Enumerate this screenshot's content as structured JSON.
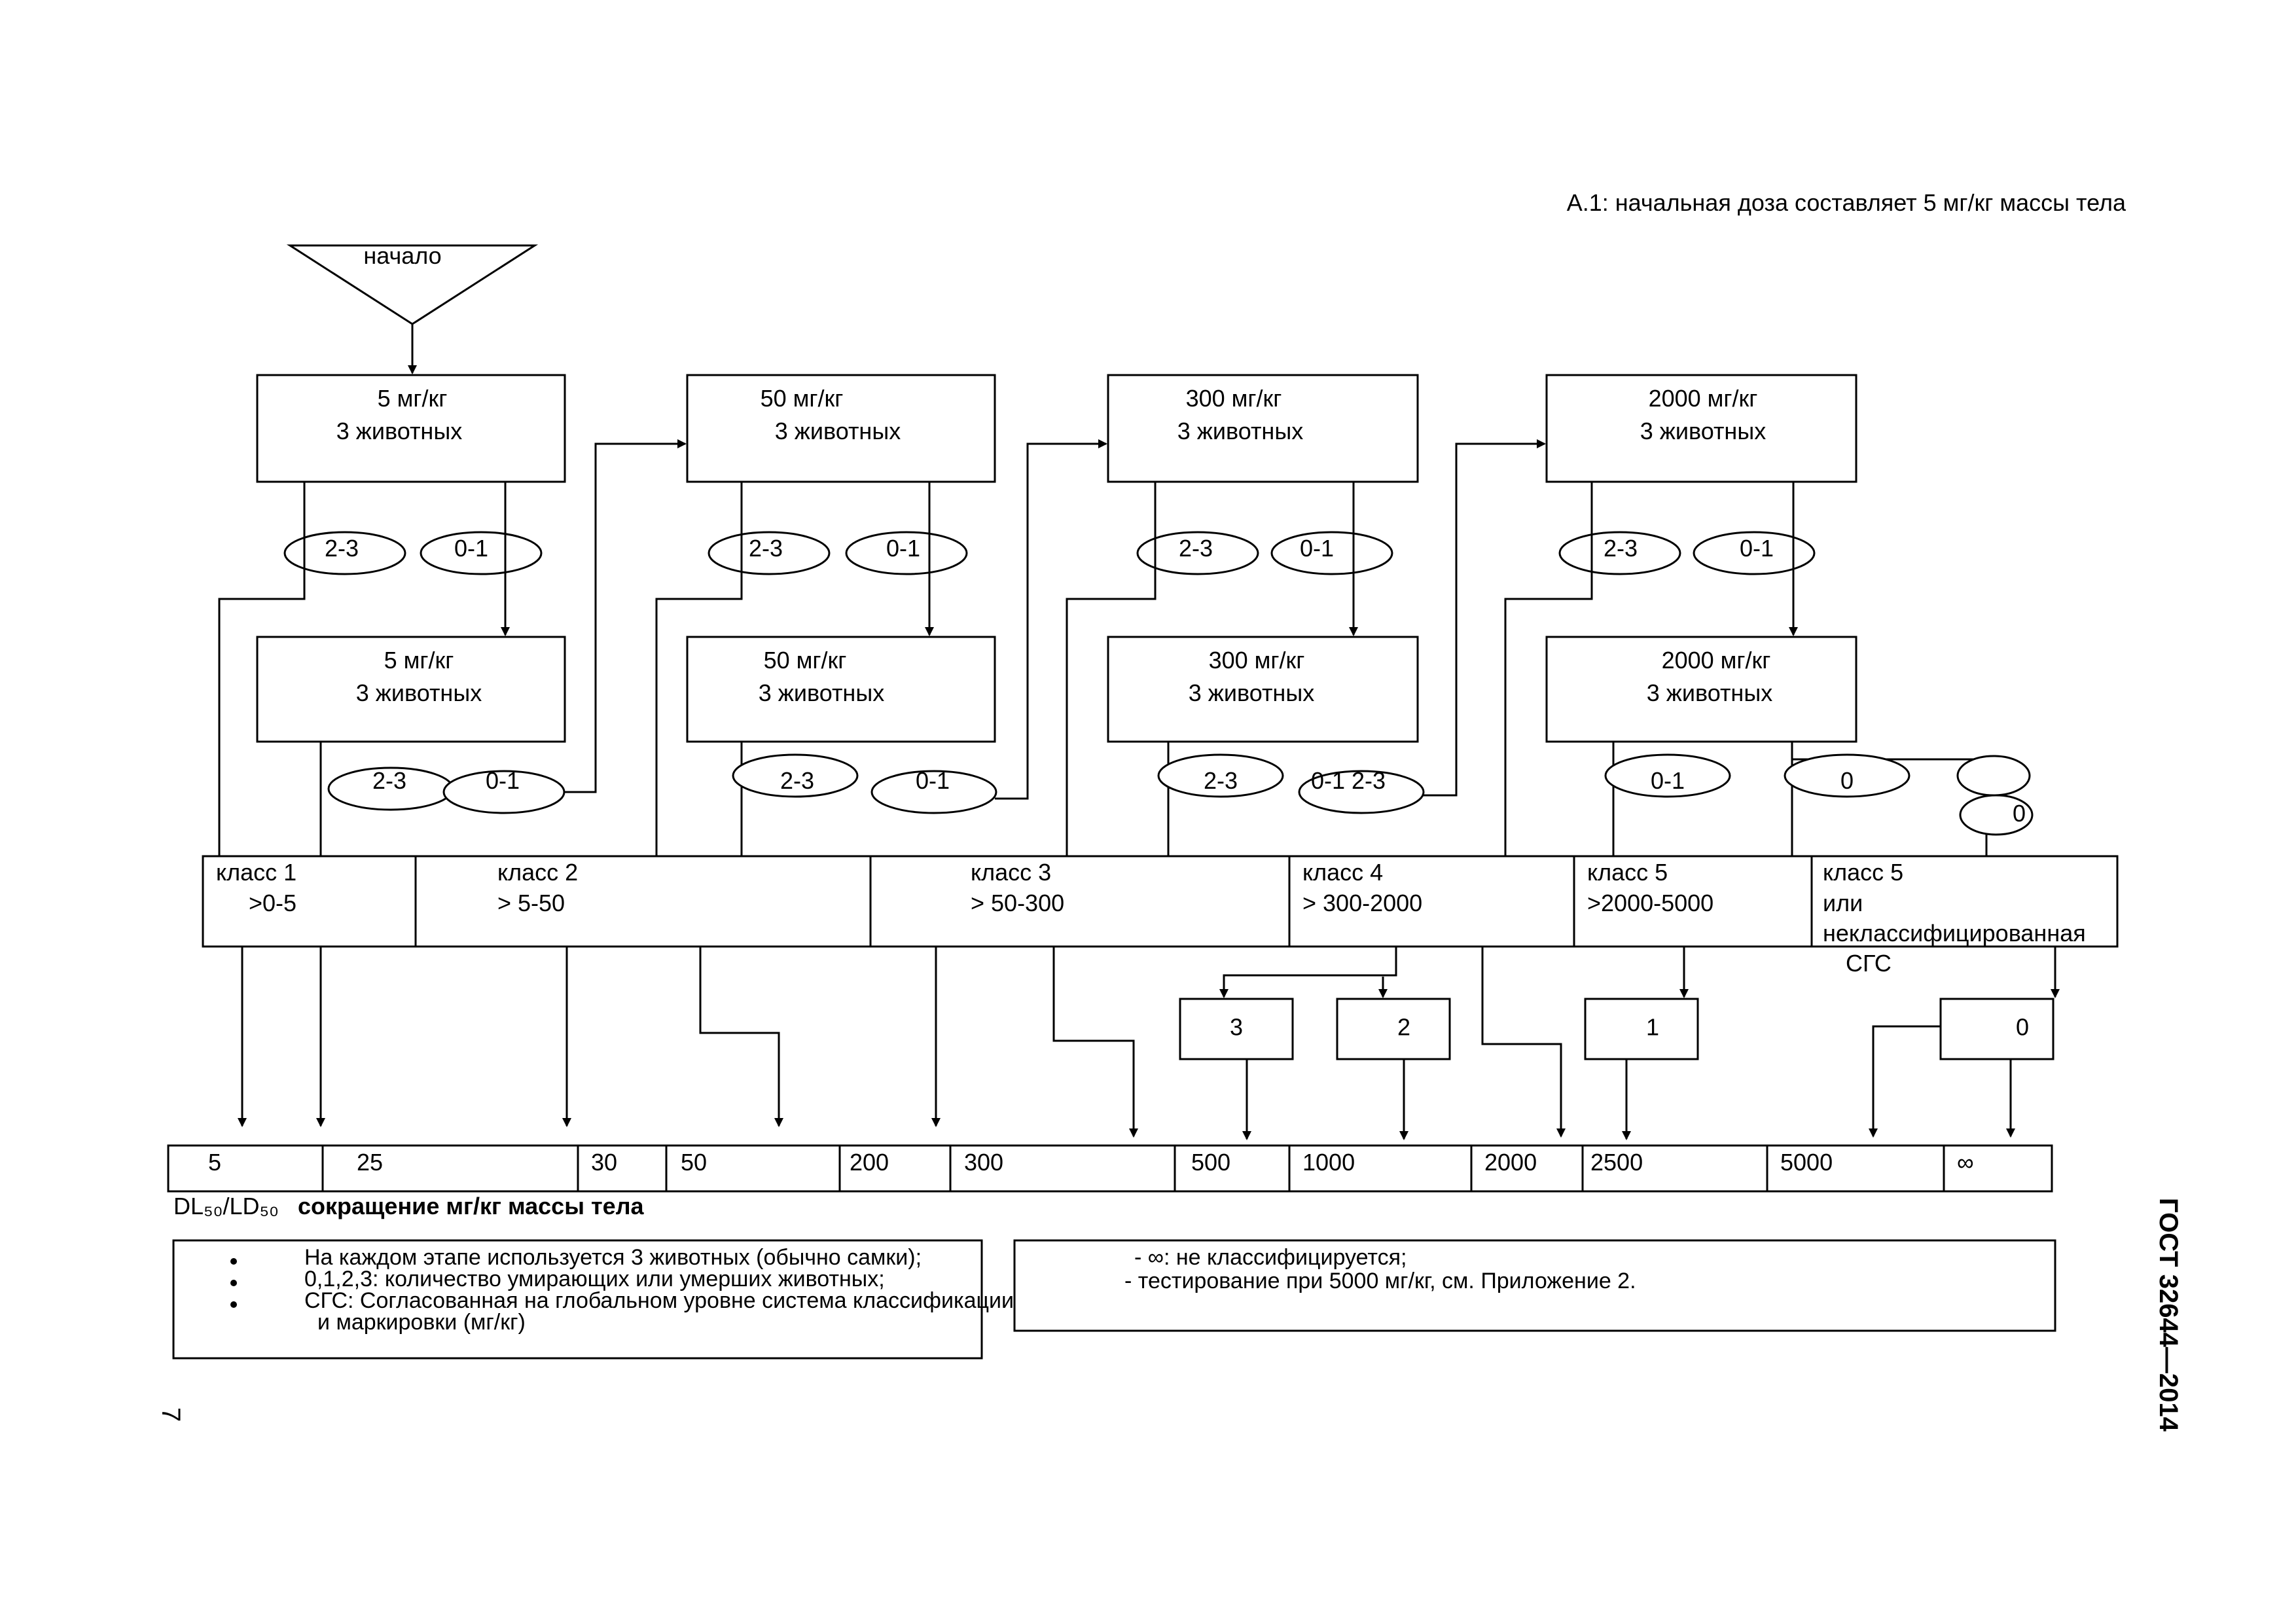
{
  "page": {
    "title_right": "А.1: начальная доза составляет 5 мг/кг массы тела",
    "standard": "ГОСТ 32644—2014",
    "page_number": "7"
  },
  "start": "начало",
  "dose_boxes": [
    {
      "line1": "5 мг/кг",
      "line2": "3 животных"
    },
    {
      "line1": "50 мг/кг",
      "line2": "3 животных"
    },
    {
      "line1": "300 мг/кг",
      "line2": "3 животных"
    },
    {
      "line1": "2000 мг/кг",
      "line2": "3 животных"
    },
    {
      "line1": "5 мг/кг",
      "line2": "3 животных"
    },
    {
      "line1": "50 мг/кг",
      "line2": "3 животных"
    },
    {
      "line1": "300 мг/кг",
      "line2": "3 животных"
    },
    {
      "line1": "2000 мг/кг",
      "line2": "3 животных"
    }
  ],
  "ovals_top": [
    "2-3",
    "0-1",
    "2-3",
    "0-1",
    "2-3",
    "0-1",
    "2-3",
    "0-1"
  ],
  "ovals_bottom": [
    "2-3",
    "0-1",
    "2-3",
    "0-1",
    "2-3",
    "0-1 2-3",
    "0-1",
    "0",
    "0"
  ],
  "classes": [
    {
      "line1": "класс 1",
      "line2": ">0-5"
    },
    {
      "line1": "класс 2",
      "line2": ">  5-50"
    },
    {
      "line1": "класс 3",
      "line2": "> 50-300"
    },
    {
      "line1": "класс 4",
      "line2": "> 300-2000"
    },
    {
      "line1": "класс 5",
      "line2": ">2000-5000"
    },
    {
      "line1": "класс 5",
      "line2": "или",
      "line3": "неклассифицированная",
      "line4": "СГС"
    }
  ],
  "small_boxes": [
    "3",
    "2",
    "1",
    "0"
  ],
  "scale_values": [
    "5",
    "25",
    "30",
    "50",
    "200",
    "300",
    "500",
    "1000",
    "2000",
    "2500",
    "5000",
    "∞"
  ],
  "scale_caption_prefix": "DL₅₀/LD₅₀",
  "scale_caption": "сокращение мг/кг массы тела",
  "notes_left": [
    "На каждом этапе используется 3 животных (обычно самки);",
    "0,1,2,3:  количество умирающих или умерших животных;",
    "СГС:  Согласованная на глобальном уровне система классификации",
    "и маркировки (мг/кг)"
  ],
  "notes_right": [
    "- ∞: не классифицируется;",
    "- тестирование при 5000 мг/кг, см. Приложение 2."
  ]
}
